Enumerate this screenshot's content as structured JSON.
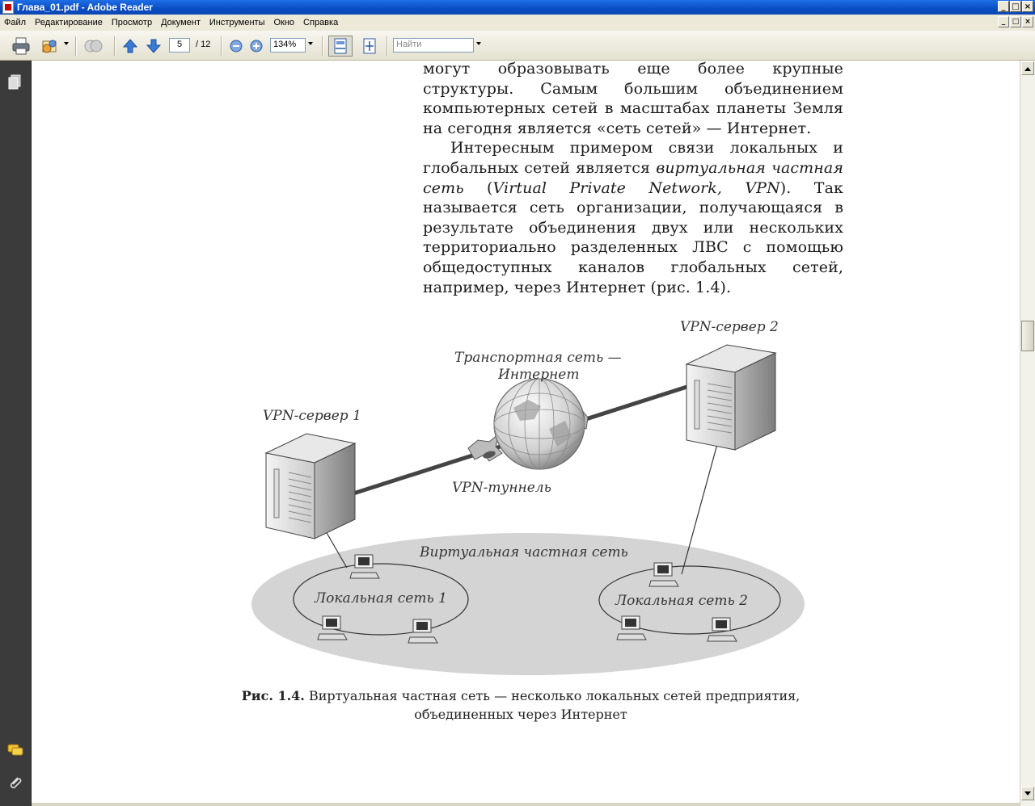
{
  "window": {
    "title": "Глава_01.pdf - Adobe Reader",
    "controls": [
      "_",
      "□",
      "×"
    ]
  },
  "menu": {
    "items": [
      "Файл",
      "Редактирование",
      "Просмотр",
      "Документ",
      "Инструменты",
      "Окно",
      "Справка"
    ]
  },
  "toolbar": {
    "page_current": "5",
    "page_total": "/ 12",
    "zoom": "134%",
    "search_placeholder": "Найти"
  },
  "document": {
    "paragraph1": "могут образовывать еще более крупные структуры. Самым большим объединением компьютерных сетей в масштабах планеты Земля на сегодня является «сеть сетей» — Интернет.",
    "paragraph2_start": "Интересным примером связи локальных и глобальных сетей является ",
    "paragraph2_italic1": "виртуальная частная сеть",
    "paragraph2_open": " (",
    "paragraph2_italic2": "Virtual Private Network, VPN",
    "paragraph2_rest": "). Так называется сеть организации, получающаяся в результате объединения двух или нескольких территориально разделенных ЛВС с помощью общедоступных каналов глобальных сетей, например, через Интернет (рис. 1.4)."
  },
  "figure": {
    "labels": {
      "vpn_server1": "VPN-сервер 1",
      "vpn_server2": "VPN-сервер 2",
      "transport_line1": "Транспортная сеть —",
      "transport_line2": "Интернет",
      "vpn_tunnel": "VPN-туннель",
      "virtual_network": "Виртуальная частная сеть",
      "lan1": "Локальная сеть 1",
      "lan2": "Локальная сеть 2"
    },
    "caption_bold": "Рис. 1.4.",
    "caption_line1": " Виртуальная частная сеть — несколько локальных сетей предприятия,",
    "caption_line2": "объединенных через Интернет"
  },
  "colors": {
    "titlebar": "#0a4dc4",
    "navpane": "#3b3b3b",
    "ellipse": "#d4d4d4"
  }
}
